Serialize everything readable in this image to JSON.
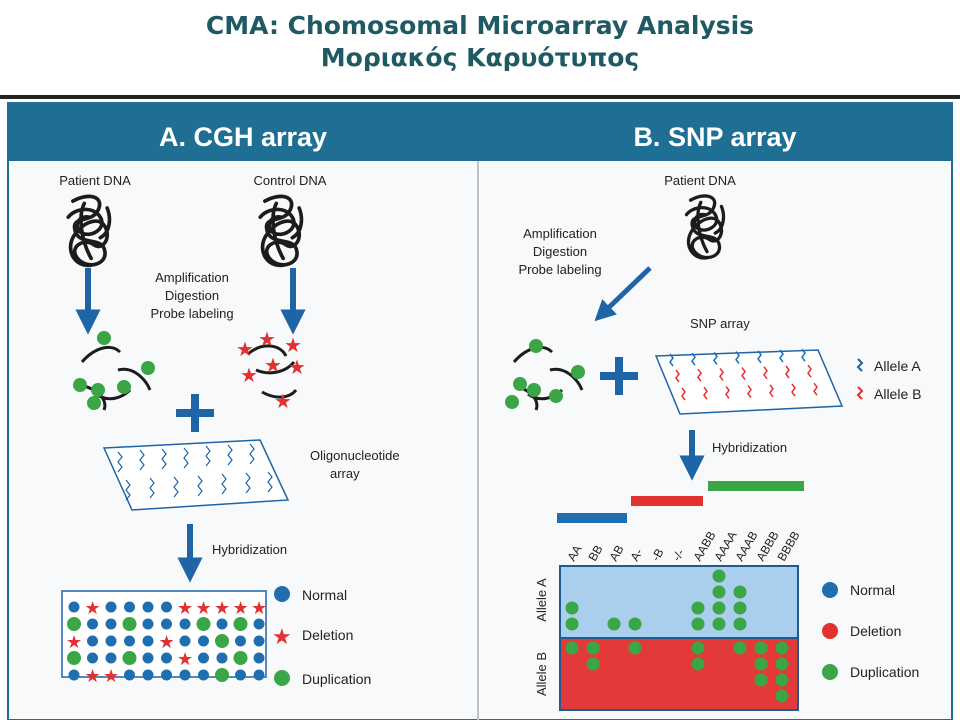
{
  "slide": {
    "title_line1": "CMA: Chomosomal Microarray Analysis",
    "title_line2": "Μοριακός Καρυότυπος"
  },
  "panel_a": {
    "header": "A. CGH array",
    "patient_dna": "Patient DNA",
    "control_dna": "Control DNA",
    "step1": "Amplification",
    "step2": "Digestion",
    "step3": "Probe labeling",
    "oligo_line1": "Oligonucleotide",
    "oligo_line2": "array",
    "hybridization": "Hybridization",
    "legend": {
      "normal": "Normal",
      "deletion": "Deletion",
      "duplication": "Duplication"
    }
  },
  "panel_b": {
    "header": "B. SNP array",
    "patient_dna": "Patient DNA",
    "step1": "Amplification",
    "step2": "Digestion",
    "step3": "Probe labeling",
    "snp_array": "SNP array",
    "allele_a": "Allele A",
    "allele_b": "Allele B",
    "hybridization": "Hybridization",
    "genotypes": [
      "AA",
      "BB",
      "AB",
      "A-",
      "-B",
      "-/-",
      "AABB",
      "AAAA",
      "AAAB",
      "ABBB",
      "BBBB"
    ],
    "axis_allele_a": "Allele A",
    "axis_allele_b": "Allele B",
    "legend": {
      "normal": "Normal",
      "deletion": "Deletion",
      "duplication": "Duplication"
    }
  },
  "colors": {
    "header_band": "#1f6f94",
    "panel_bg": "#f7f9fa",
    "arrow": "#1e64a6",
    "normal": "#1f6fb0",
    "deletion": "#e23131",
    "duplication": "#3aa646",
    "allele_a_region": "#a9cfec",
    "allele_b_region": "#e23a3a"
  }
}
